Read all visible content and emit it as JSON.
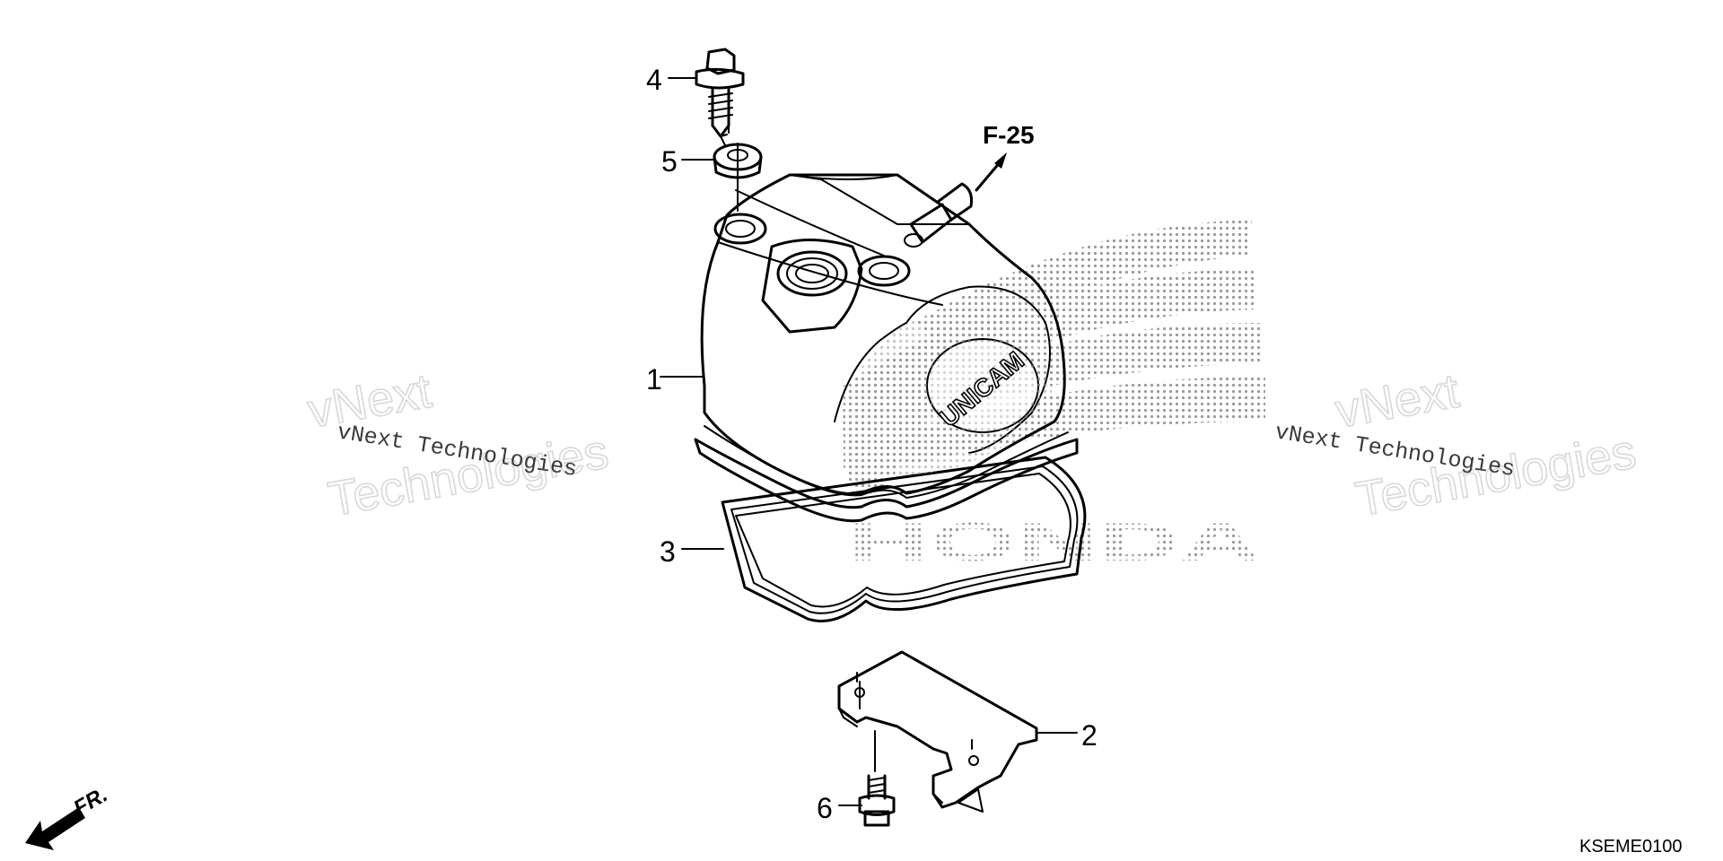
{
  "diagram": {
    "callouts": [
      {
        "id": "1",
        "label": "1"
      },
      {
        "id": "2",
        "label": "2"
      },
      {
        "id": "3",
        "label": "3"
      },
      {
        "id": "4",
        "label": "4"
      },
      {
        "id": "5",
        "label": "5"
      },
      {
        "id": "6",
        "label": "6"
      }
    ],
    "reference": "F-25",
    "front_marker": "FR.",
    "part_code": "KSEME0100",
    "cover_emblem": "UNICAM",
    "brand_watermark": "HONDA",
    "watermarks": {
      "line1": "vNext",
      "line2": "Technologies",
      "full": "vNext Technologies"
    }
  }
}
